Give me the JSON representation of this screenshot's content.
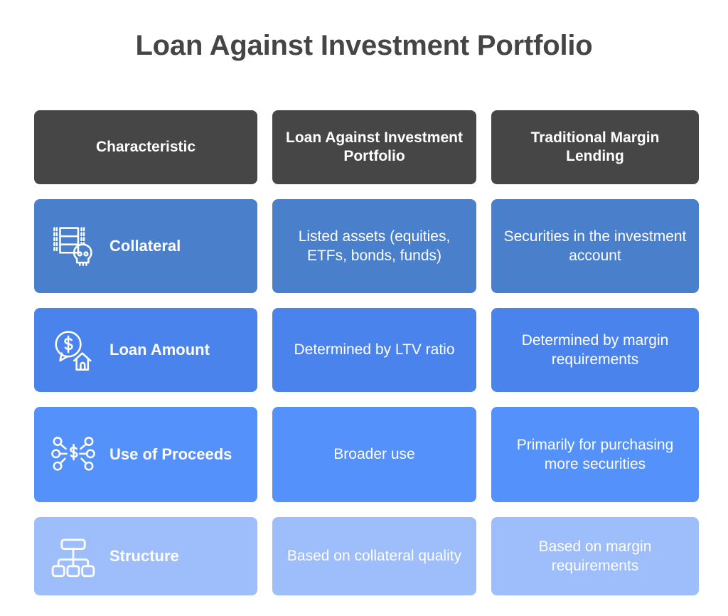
{
  "title": "Loan Against Investment Portfolio",
  "colors": {
    "background": "#ffffff",
    "title_text": "#454545",
    "header_cell": "#464646",
    "row1": "#4a7fcc",
    "row2": "#4b83ec",
    "row3": "#5491fb",
    "row4": "#9dbdfb",
    "cell_text": "#ffffff"
  },
  "table": {
    "headers": [
      "Characteristic",
      "Loan Against Investment Portfolio",
      "Traditional Margin Lending"
    ],
    "rows": [
      {
        "icon": "film-strip-skull-icon",
        "label": "Collateral",
        "loan_against_investment_portfolio": "Listed assets (equities, ETFs, bonds, funds)",
        "traditional_margin_lending": "Securities in the investment account"
      },
      {
        "icon": "dollar-speech-bubble-house-icon",
        "label": "Loan Amount",
        "loan_against_investment_portfolio": "Determined by LTV ratio",
        "traditional_margin_lending": "Determined by margin requirements"
      },
      {
        "icon": "dollar-network-nodes-icon",
        "label": "Use of Proceeds",
        "loan_against_investment_portfolio": "Broader use",
        "traditional_margin_lending": "Primarily for purchasing more securities"
      },
      {
        "icon": "hierarchy-org-chart-icon",
        "label": "Structure",
        "loan_against_investment_portfolio": "Based on collateral quality",
        "traditional_margin_lending": "Based on margin requirements"
      }
    ]
  }
}
